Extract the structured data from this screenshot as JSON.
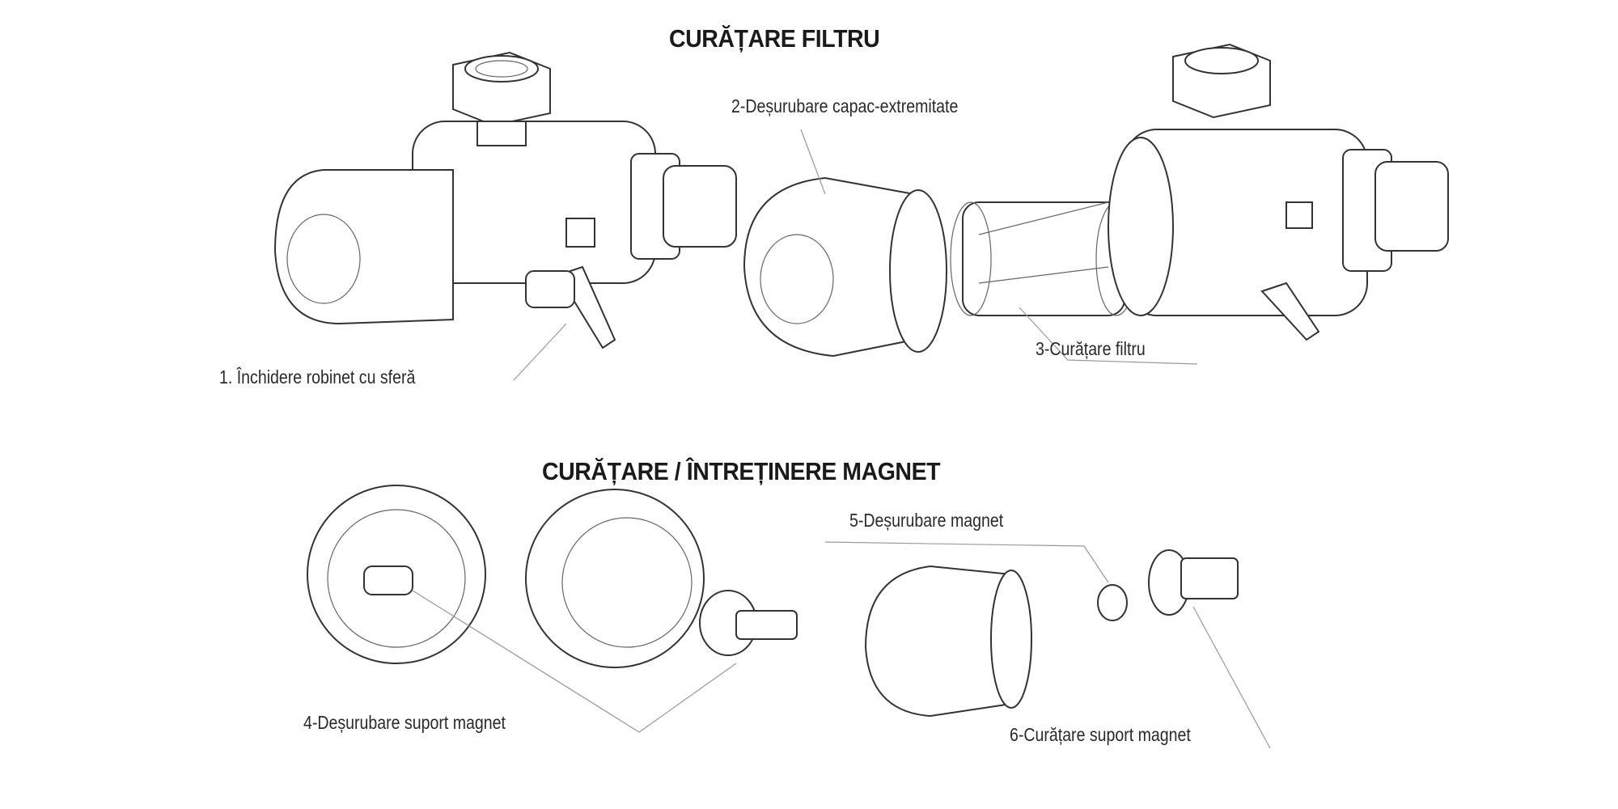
{
  "sections": [
    {
      "title": "CURĂȚARE FILTRU",
      "steps": [
        {
          "label": "1. Închidere robinet cu sferă"
        },
        {
          "label": "2-Deșurubare capac-extremitate"
        },
        {
          "label": "3-Curățare filtru"
        }
      ]
    },
    {
      "title": "CURĂȚARE / ÎNTREȚINERE MAGNET",
      "steps": [
        {
          "label": "4-Deșurubare suport magnet"
        },
        {
          "label": "5-Deșurubare magnet"
        },
        {
          "label": "6-Curățare suport magnet"
        }
      ]
    }
  ]
}
